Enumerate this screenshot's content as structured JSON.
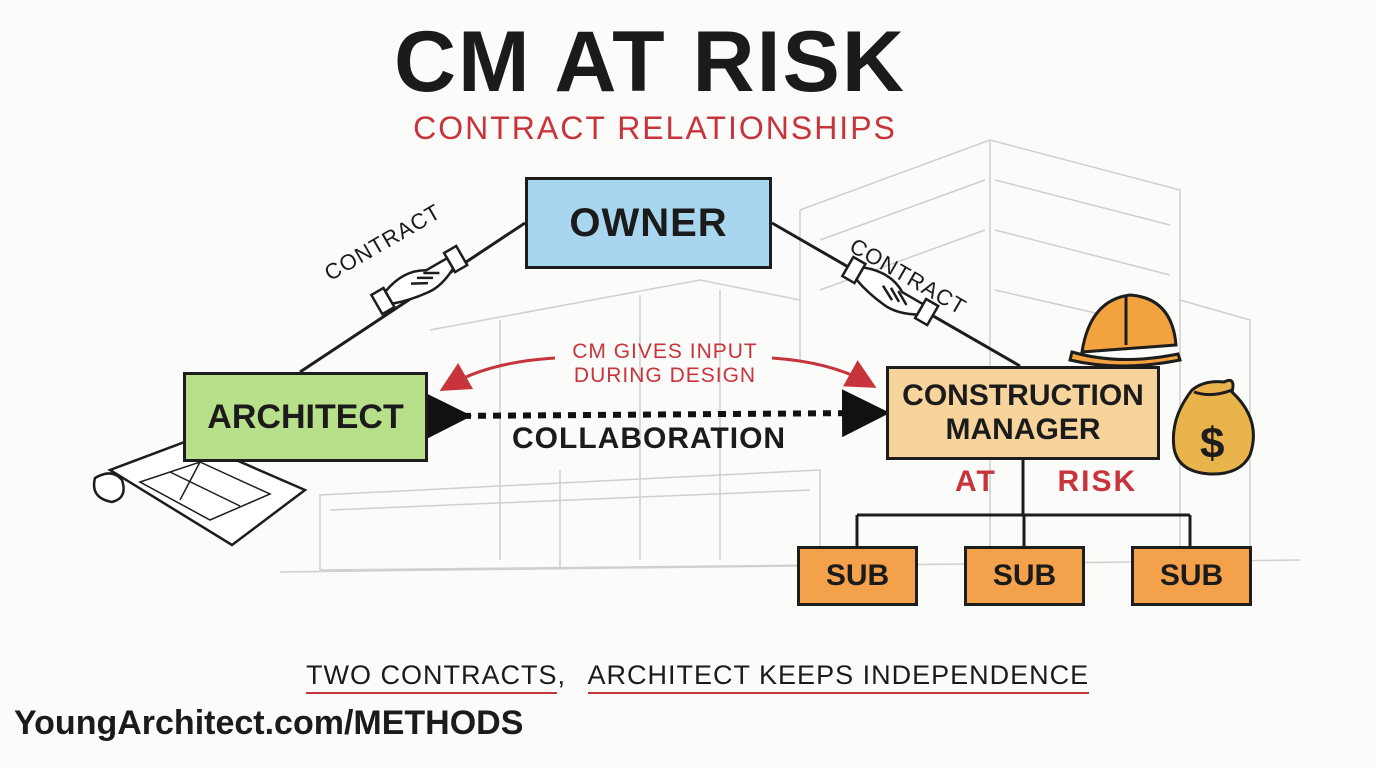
{
  "title": "CM AT RISK",
  "subtitle": "CONTRACT RELATIONSHIPS",
  "boxes": {
    "owner": "OWNER",
    "architect": "ARCHITECT",
    "construction_manager": "CONSTRUCTION MANAGER",
    "sub_1": "SUB",
    "sub_2": "SUB",
    "sub_3": "SUB"
  },
  "labels": {
    "contract_left": "CONTRACT",
    "contract_right": "CONTRACT",
    "cm_input": "CM GIVES INPUT DURING DESIGN",
    "collaboration": "COLLABORATION",
    "at": "AT",
    "risk": "RISK"
  },
  "footer": {
    "part1": "TWO CONTRACTS",
    "separator": ",",
    "part2": "ARCHITECT KEEPS INDEPENDENCE"
  },
  "brand": "YoungArchitect.com/METHODS",
  "icons": [
    "handshake-icon",
    "handshake-icon",
    "hard-hat-icon",
    "money-bag-icon",
    "blueprint-icon"
  ],
  "colors": {
    "owner_fill": "#a9d6ef",
    "architect_fill": "#b8e08a",
    "cm_fill": "#f7d49c",
    "sub_fill": "#f3a24b",
    "accent_red": "#c8343c",
    "ink": "#1b1b1b"
  }
}
